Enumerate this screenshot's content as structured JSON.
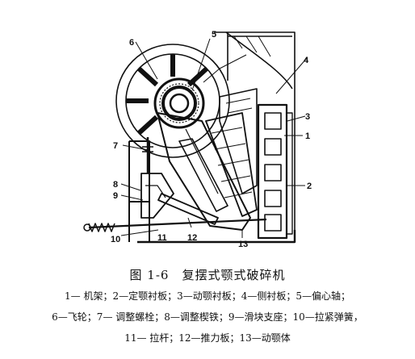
{
  "figure": {
    "callouts": [
      "1",
      "2",
      "3",
      "4",
      "5",
      "6",
      "7",
      "8",
      "9",
      "10",
      "11",
      "12",
      "13"
    ],
    "caption": "图 1-6　复摆式颚式破碎机",
    "legend": [
      "1— 机架；2—定颚衬板；3—动颚衬板；4—侧衬板；5—偏心轴；",
      "6—飞轮；7— 调整螺栓；8—调整楔铁；9—滑块支座；10—拉紧弹簧，",
      "11— 拉杆；12—推力板；13—动颚体"
    ]
  }
}
